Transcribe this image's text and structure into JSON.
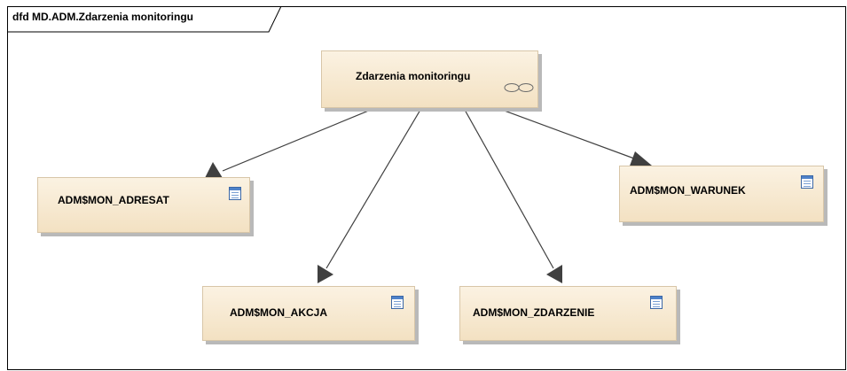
{
  "diagram": {
    "frame_title": "dfd MD.ADM.Zdarzenia monitoringu",
    "root": {
      "label": "Zdarzenia monitoringu",
      "icon": "data-process-icon"
    },
    "nodes": [
      {
        "key": "adresat",
        "label": "ADM$MON_ADRESAT",
        "icon": "table-icon"
      },
      {
        "key": "akcja",
        "label": "ADM$MON_AKCJA",
        "icon": "table-icon"
      },
      {
        "key": "zdarzenie",
        "label": "ADM$MON_ZDARZENIE",
        "icon": "table-icon"
      },
      {
        "key": "warunek",
        "label": "ADM$MON_WARUNEK",
        "icon": "table-icon"
      }
    ],
    "edges": [
      {
        "from": "root",
        "to": "adresat"
      },
      {
        "from": "root",
        "to": "akcja"
      },
      {
        "from": "root",
        "to": "zdarzenie"
      },
      {
        "from": "root",
        "to": "warunek"
      }
    ],
    "colors": {
      "node_fill": "#f6e8cc",
      "node_border": "#d8c6a8",
      "edge": "#404040",
      "shadow": "#b9b9b9"
    }
  }
}
